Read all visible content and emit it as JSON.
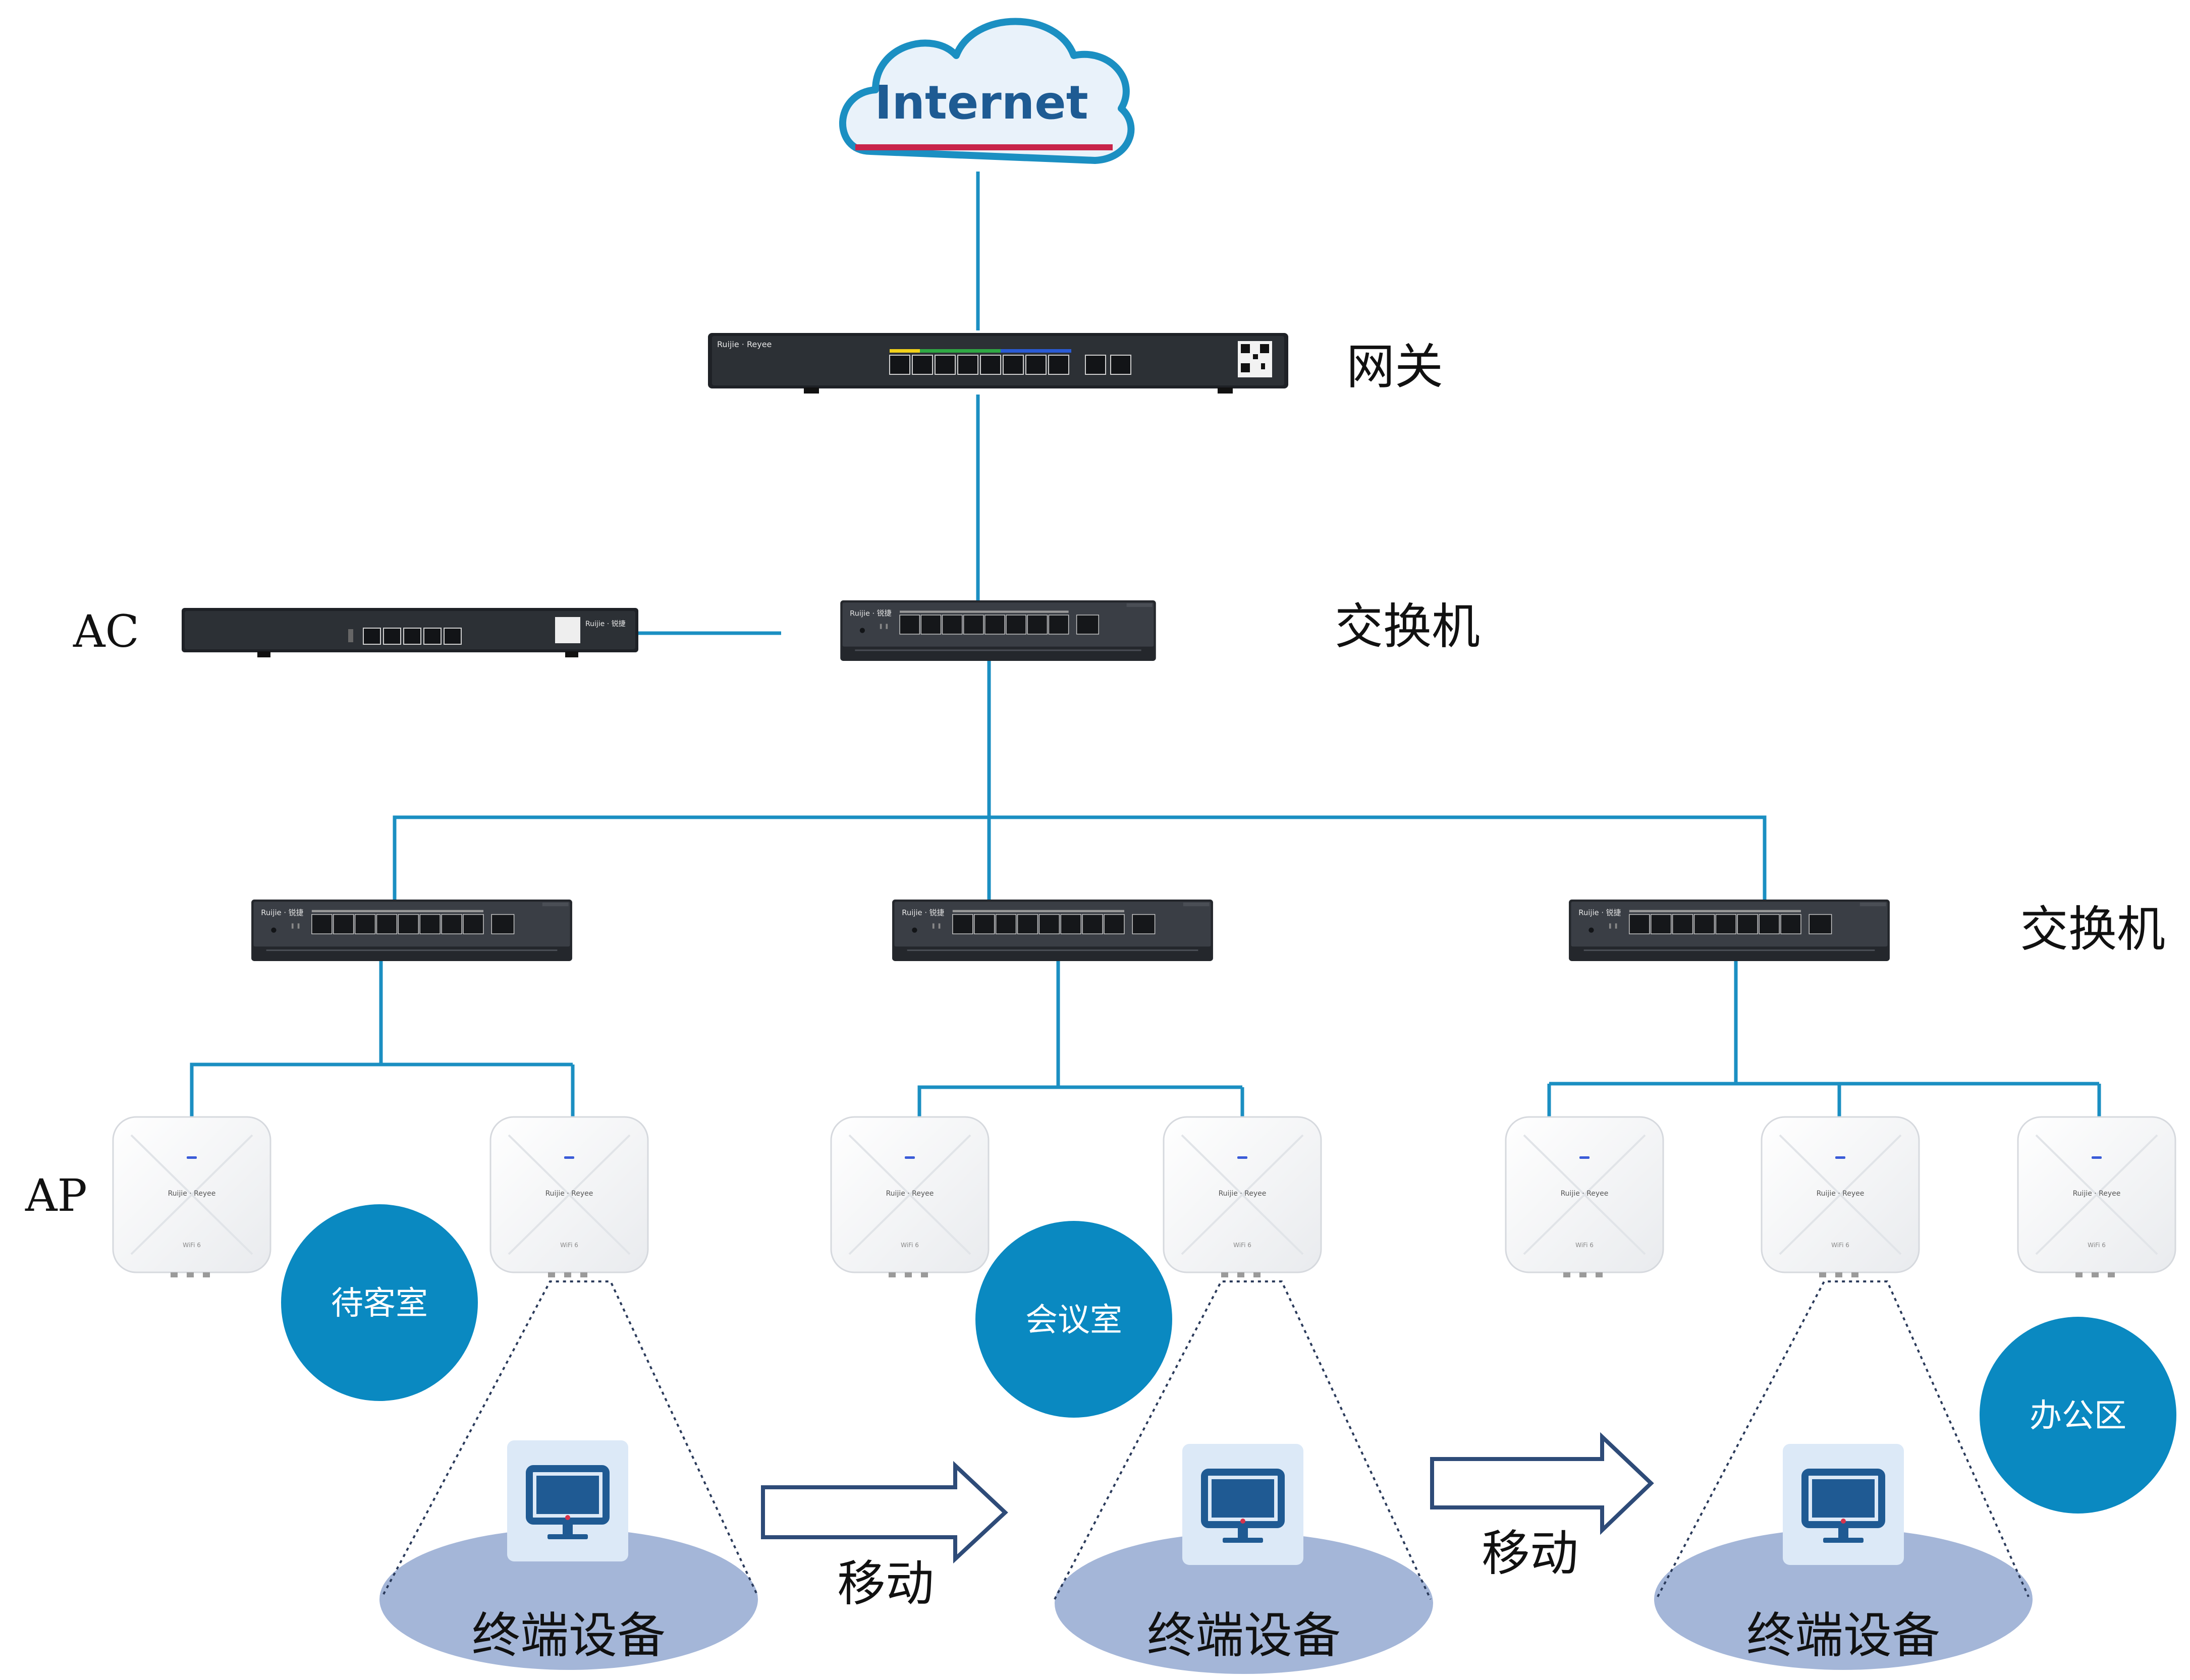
{
  "colors": {
    "link": "#1b8fc2",
    "zone_circle": "#0a89c1",
    "ellipse": "#a4b6d8",
    "device_body": "#1e2126",
    "device_face": "#3a3e45",
    "ap_body": "#f7f8fa",
    "ap_led": "#3a5bd8",
    "cloud_fill": "#e9f2fa",
    "cloud_stroke": "#1b8fc2",
    "cloud_accent": "#c8244a",
    "arrow_stroke": "#2e4b78",
    "monitor_bg": "#dce9f7",
    "monitor": "#1f5a93"
  },
  "cloud": {
    "label": "Internet"
  },
  "labels": {
    "gateway": "网关",
    "core_switch": "交换机",
    "access_switch": "交换机",
    "ac": "AC",
    "ap": "AP"
  },
  "device_text": {
    "brand": "Ruijie · 锐捷",
    "ap_brand": "Ruijie · Reyee",
    "ap_badge": "WiFi 6"
  },
  "zones": [
    {
      "name": "待客室"
    },
    {
      "name": "会议室"
    },
    {
      "name": "办公区"
    }
  ],
  "terminals": [
    {
      "label": "终端设备"
    },
    {
      "label": "终端设备"
    },
    {
      "label": "终端设备"
    }
  ],
  "moves": [
    {
      "label": "移动"
    },
    {
      "label": "移动"
    }
  ]
}
